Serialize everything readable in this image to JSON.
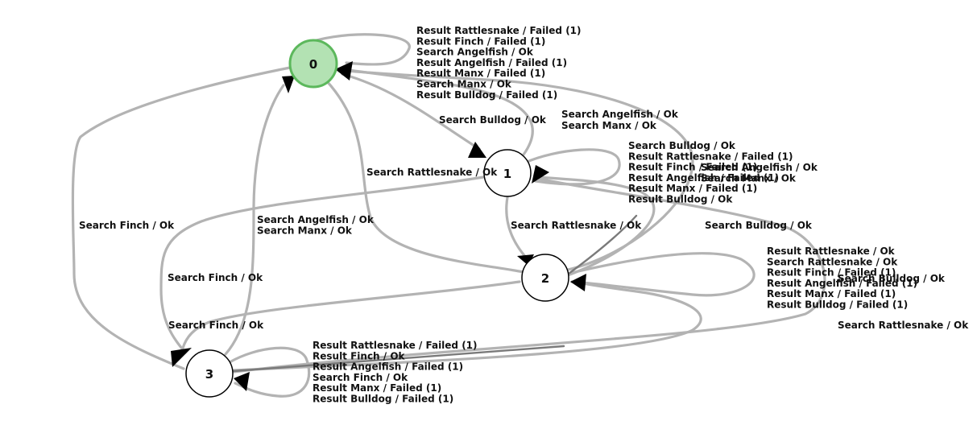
{
  "colors": {
    "edge": "#b3b3b3",
    "edge_dark": "#7a7a7a",
    "arrow": "#000000",
    "node_fill": "#ffffff",
    "node_stroke": "#000000",
    "initial_fill": "#b3e2b3",
    "initial_stroke": "#5cb85c"
  },
  "nodes": {
    "n0": "0",
    "n1": "1",
    "n2": "2",
    "n3": "3"
  },
  "edges": {
    "loop0": [
      "Result Rattlesnake / Failed (1)",
      "Result Finch / Failed (1)",
      "Search Angelfish / Ok",
      "Result Angelfish / Failed (1)",
      "Result Manx / Failed (1)",
      "Search Manx / Ok",
      "Result Bulldog / Failed (1)"
    ],
    "e01": [
      "Search Bulldog / Ok"
    ],
    "e20": [
      "Search Angelfish / Ok",
      "Search Manx / Ok"
    ],
    "loop1": [
      "Search Bulldog / Ok",
      "Result Rattlesnake / Failed (1)",
      "Result Finch / Failed (1)",
      "Result Angelfish / Failed (1)",
      "Result Manx / Failed (1)",
      "Result Bulldog / Ok"
    ],
    "e21": [
      "Search Angelfish / Ok",
      "Search Manx / Ok"
    ],
    "e02": [
      "Search Rattlesnake / Ok"
    ],
    "e12": [
      "Search Rattlesnake / Ok"
    ],
    "e31": [
      "Search Bulldog / Ok"
    ],
    "e03": [
      "Search Finch / Ok"
    ],
    "e30": [
      "Search Angelfish / Ok",
      "Search Manx / Ok"
    ],
    "e13": [
      "Search Finch / Ok"
    ],
    "e23": [
      "Search Finch / Ok"
    ],
    "loop2": [
      "Result Rattlesnake / Ok",
      "Search Rattlesnake / Ok",
      "Result Finch / Failed (1)",
      "Result Angelfish / Failed (1)",
      "Result Manx / Failed (1)",
      "Result Bulldog / Failed (1)"
    ],
    "e32": [
      "Search Bulldog / Ok"
    ],
    "e32b": [
      "Search Rattlesnake / Ok"
    ],
    "loop3": [
      "Result Rattlesnake / Failed (1)",
      "Result Finch / Ok",
      "Result Angelfish / Failed (1)",
      "Search Finch / Ok",
      "Result Manx / Failed (1)",
      "Result Bulldog / Failed (1)"
    ]
  }
}
